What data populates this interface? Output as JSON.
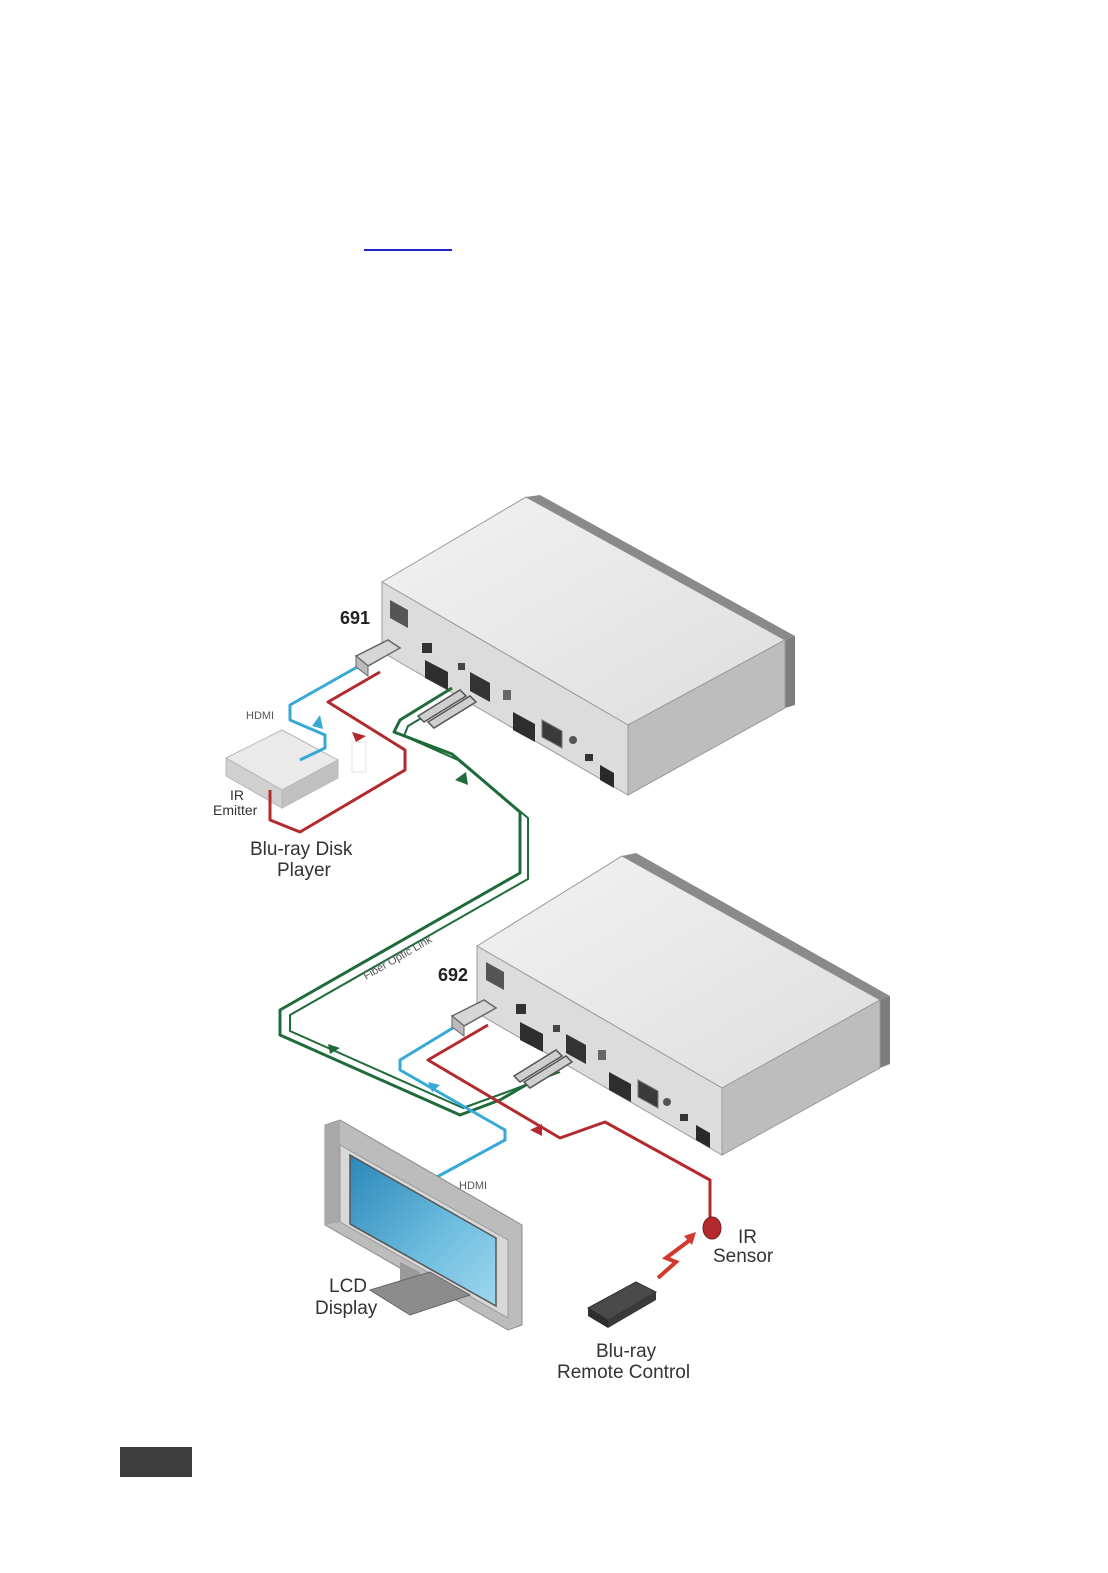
{
  "labels": {
    "unit_691": "691",
    "unit_692": "692",
    "hdmi_top": "HDMI",
    "hdmi_bottom": "HDMI",
    "ir_emitter_line1": "IR",
    "ir_emitter_line2": "Emitter",
    "bluray_player_line1": "Blu-ray Disk",
    "bluray_player_line2": "Player",
    "fiber_link": "Fiber Optic Link",
    "lcd_line1": "LCD",
    "lcd_line2": "Display",
    "ir_sensor_line1": "IR",
    "ir_sensor_line2": "Sensor",
    "remote_line1": "Blu-ray",
    "remote_line2": "Remote Control"
  },
  "colors": {
    "hdmi_cable": "#36a9d6",
    "ir_cable": "#b32a2e",
    "fiber_cable": "#1f6b3a",
    "chassis_top": "#e6e6e6",
    "chassis_front": "#dcdcdc",
    "chassis_side": "#bdbdbd",
    "page_tab": "#3d3d3d"
  }
}
